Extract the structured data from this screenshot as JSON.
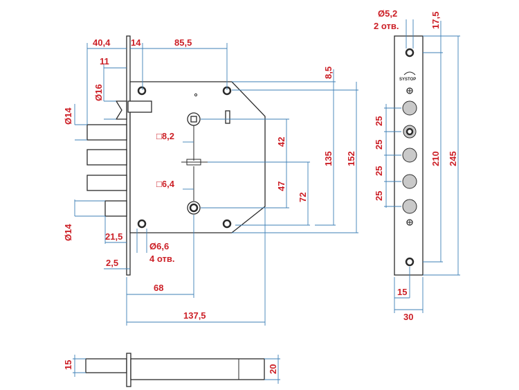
{
  "dimensions": {
    "overall_width": "137,5",
    "front_thickness": "2,5",
    "backset": "68",
    "bolt_projection": "40,4",
    "front_plate_gap": "14",
    "hole_spacing_top": "85,5",
    "bolt_offset": "11",
    "latch_diameter": "Ø16",
    "top_bolt_diameter": "Ø14",
    "bottom_bolt_diameter": "Ø14",
    "bottom_bolt_offset": "21,5",
    "mount_hole_diameter": "Ø6,6",
    "mount_hole_count": "4 отв.",
    "square_upper": "□8,2",
    "square_lower": "□6,4",
    "dim_42": "42",
    "dim_47": "47",
    "dim_72": "72",
    "dim_8_5": "8,5",
    "dim_135": "135",
    "dim_152": "152",
    "plate_hole_diameter": "Ø5,2",
    "plate_hole_count": "2 отв.",
    "plate_top_offset": "17,5",
    "bolt_spacing_1": "25",
    "bolt_spacing_2": "25",
    "bolt_spacing_3": "25",
    "bolt_spacing_4": "25",
    "plate_inner_length": "210",
    "plate_length": "245",
    "plate_hole_offset": "15",
    "plate_width": "30",
    "bottom_view_height_left": "15",
    "bottom_view_height_right": "20"
  },
  "logo_text": "SYSTOP",
  "colors": {
    "dimension_text": "#cc2027",
    "dimension_lines": "#3c7fb6",
    "outline": "#2a2a2a"
  }
}
